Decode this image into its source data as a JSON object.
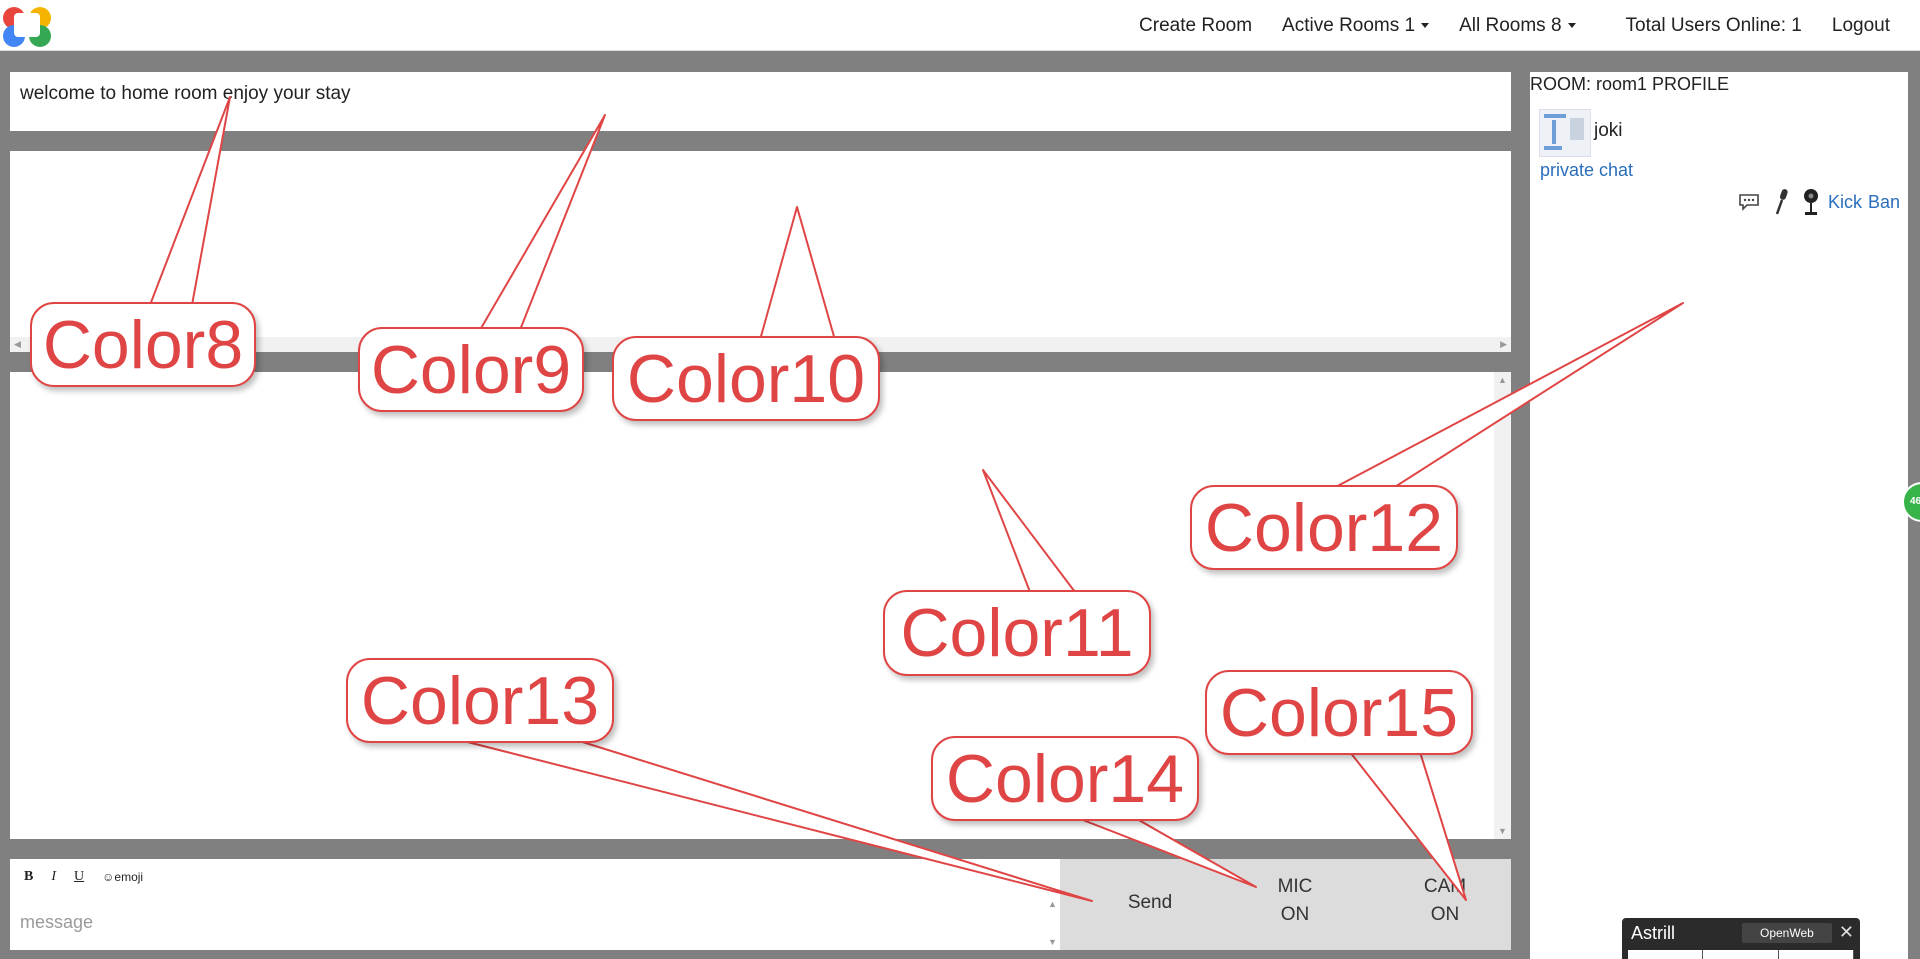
{
  "navbar": {
    "create_room": "Create Room",
    "active_rooms": "Active Rooms 1",
    "all_rooms": "All Rooms 8",
    "total_users": "Total Users Online: 1",
    "logout": "Logout"
  },
  "welcome_text": "welcome to home room enjoy your stay",
  "input": {
    "bold": "B",
    "italic": "I",
    "underline": "U",
    "emoji": "☺emoji",
    "placeholder": "message"
  },
  "buttons": {
    "send": "Send",
    "mic_line1": "MIC",
    "mic_line2": "ON",
    "cam_line1": "CAM",
    "cam_line2": "ON"
  },
  "sidebar": {
    "room_title": "ROOM: room1 PROFILE",
    "username": "joki",
    "private_chat": "private chat",
    "kick": "Kick",
    "ban": "Ban"
  },
  "badge": "46",
  "astrill": {
    "name": "Astrill",
    "mode": "OpenWeb",
    "close": "✕"
  },
  "callouts": {
    "c8": "Color8",
    "c9": "Color9",
    "c10": "Color10",
    "c11": "Color11",
    "c12": "Color12",
    "c13": "Color13",
    "c14": "Color14",
    "c15": "Color15"
  },
  "colors": {
    "background": "#808080",
    "panel": "#ffffff",
    "button_area": "#dcdcdc",
    "link": "#2a6ebb",
    "callout": "#e04545"
  }
}
